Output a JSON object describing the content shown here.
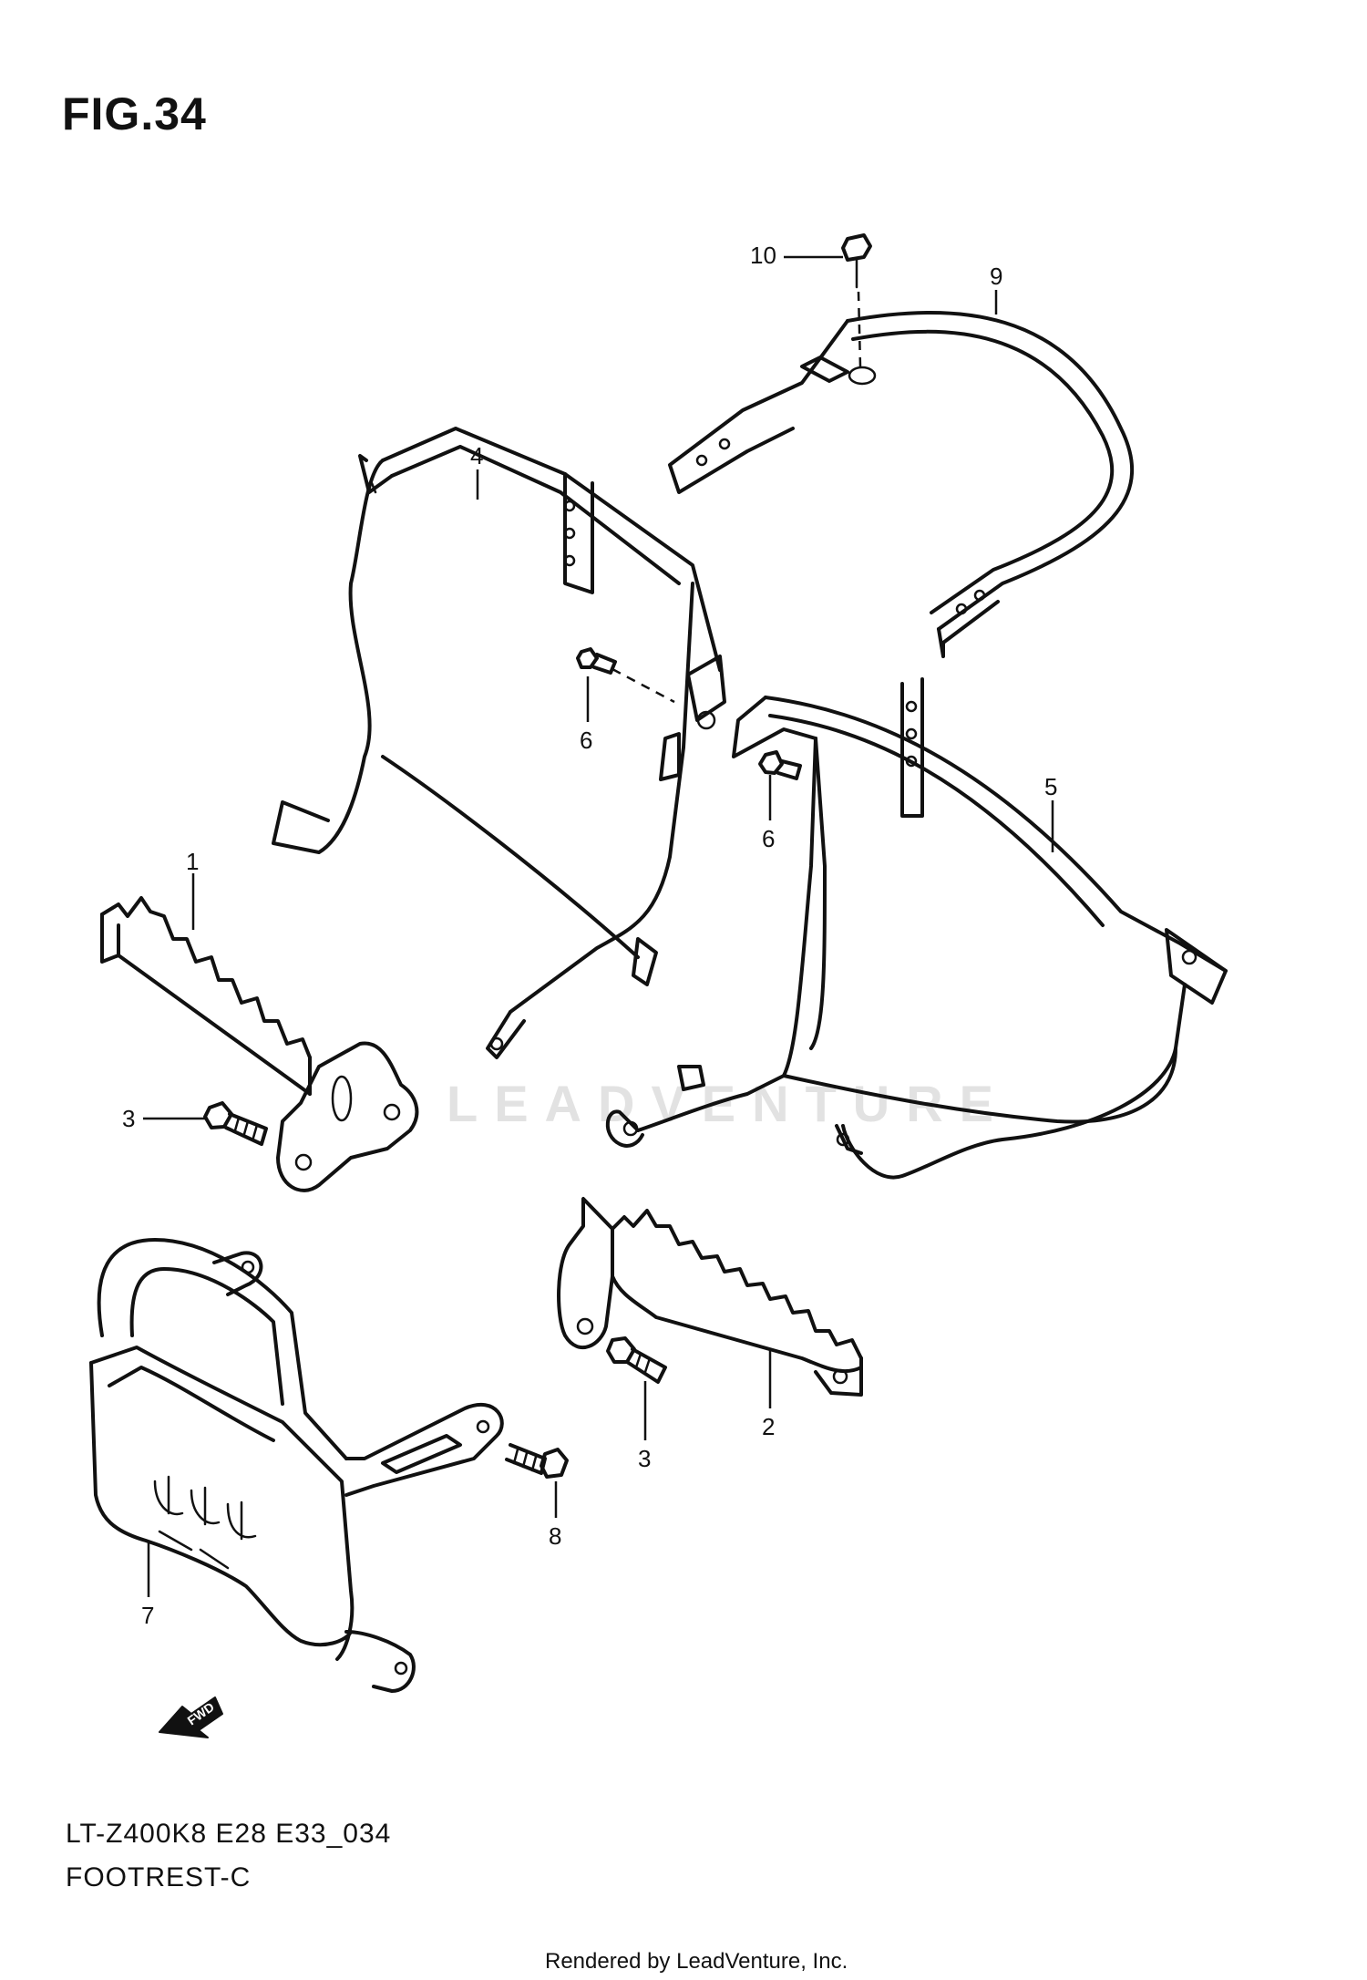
{
  "figure": {
    "title": "FIG.34",
    "model_code": "LT-Z400K8 E28 E33_034",
    "section_name": "FOOTREST-C"
  },
  "callouts": [
    "1",
    "2",
    "3",
    "3",
    "4",
    "5",
    "6",
    "6",
    "7",
    "8",
    "9",
    "10"
  ],
  "watermark": {
    "text": "LEADVENTURE"
  },
  "fwd_arrow": {
    "label": "FWD"
  },
  "footer": {
    "text": "Rendered by LeadVenture, Inc."
  },
  "colors": {
    "line": "#111111",
    "background": "#ffffff",
    "watermark": "#e2e2e2"
  }
}
